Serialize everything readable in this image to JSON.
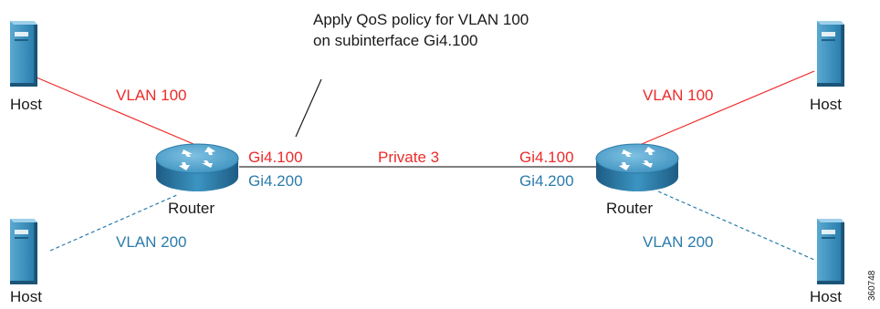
{
  "annotation": {
    "line1": "Apply QoS policy for VLAN 100",
    "line2": "on subinterface Gi4.100"
  },
  "link_label": "Private 3",
  "left": {
    "router_label": "Router",
    "if_red": "Gi4.100",
    "if_blue": "Gi4.200",
    "vlan_red": "VLAN 100",
    "vlan_blue": "VLAN 200",
    "host_top": "Host",
    "host_bottom": "Host"
  },
  "right": {
    "router_label": "Router",
    "if_red": "Gi4.100",
    "if_blue": "Gi4.200",
    "vlan_red": "VLAN 100",
    "vlan_blue": "VLAN 200",
    "host_top": "Host",
    "host_bottom": "Host"
  },
  "figure_id": "360748",
  "colors": {
    "vlan100": "#ee2a2a",
    "vlan200": "#2b7bab",
    "router_body": "#2f88b4",
    "host_body": "#2f88b4",
    "link": "#333333"
  },
  "icons": {
    "router": "router-icon",
    "host": "server-tower-icon"
  }
}
